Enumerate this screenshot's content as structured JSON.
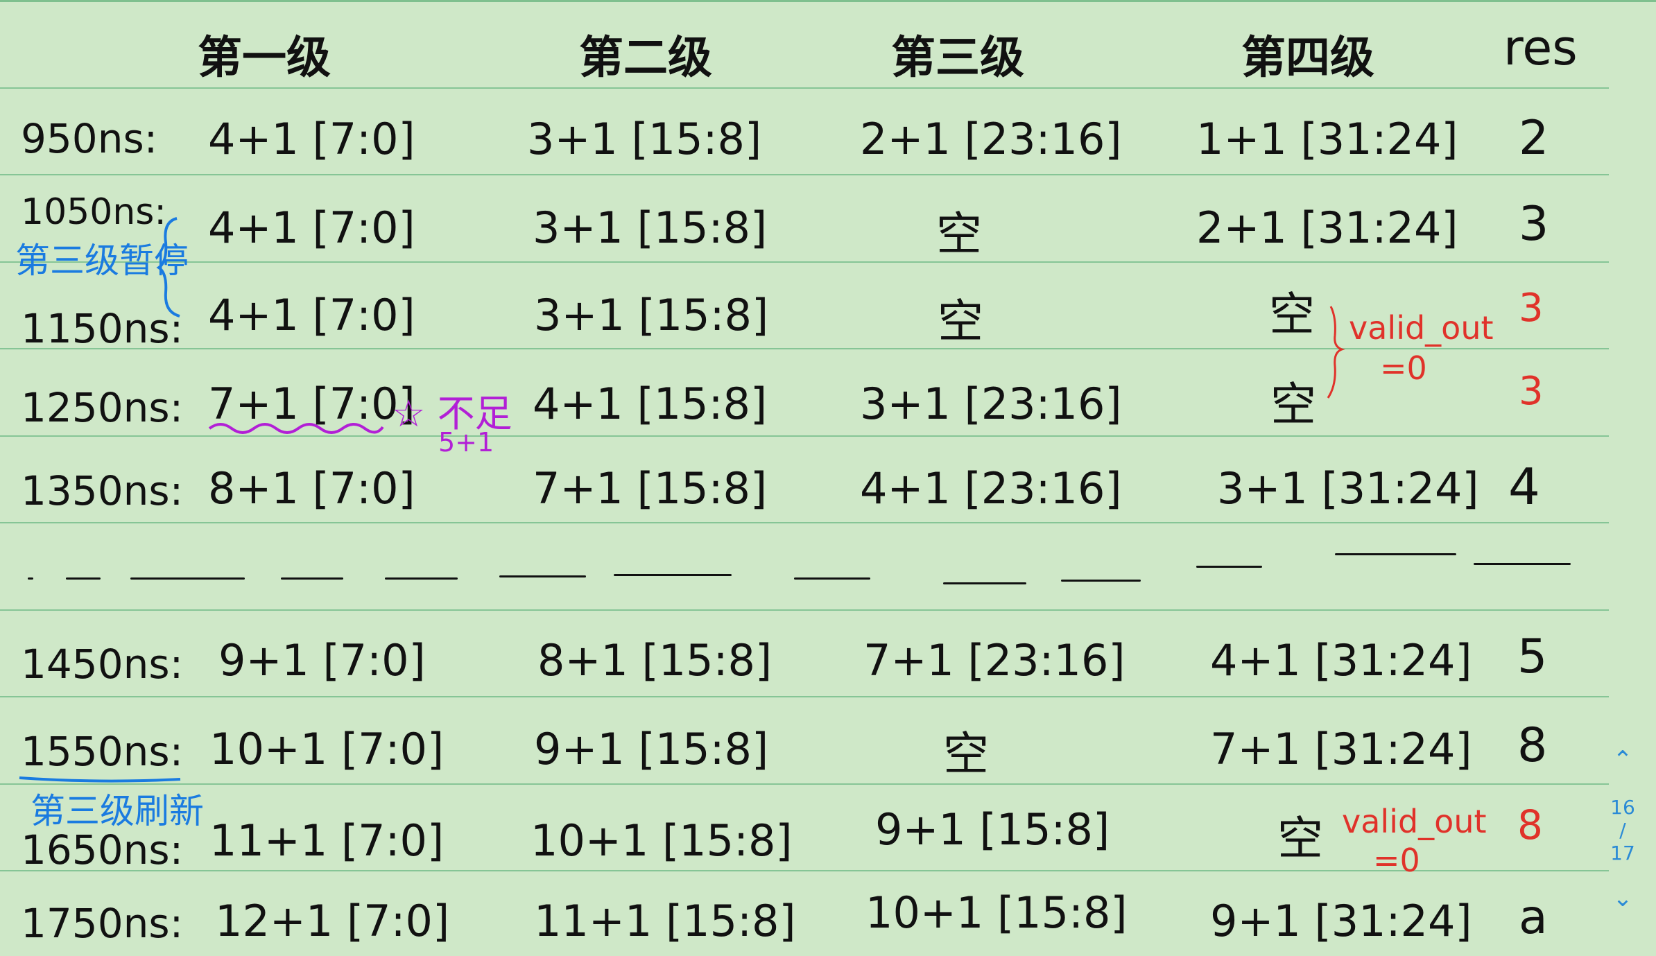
{
  "headers": {
    "stage1": "第一级",
    "stage2": "第二级",
    "stage3": "第三级",
    "stage4": "第四级",
    "res": "res"
  },
  "rows": [
    {
      "time": "950ns:",
      "s1": "4+1 [7:0]",
      "s2": "3+1 [15:8]",
      "s3": "2+1 [23:16]",
      "s4": "1+1 [31:24]",
      "res": "2"
    },
    {
      "time": "1050ns:",
      "s1": "4+1 [7:0]",
      "s2": "3+1 [15:8]",
      "s3": "空",
      "s4": "2+1 [31:24]",
      "res": "3"
    },
    {
      "time": "1150ns:",
      "s1": "4+1 [7:0]",
      "s2": "3+1 [15:8]",
      "s3": "空",
      "s4": "空",
      "res": "3"
    },
    {
      "time": "1250ns:",
      "s1": "7+1 [7:0]",
      "s2": "4+1 [15:8]",
      "s3": "3+1 [23:16]",
      "s4": "空",
      "res": "3"
    },
    {
      "time": "1350ns:",
      "s1": "8+1 [7:0]",
      "s2": "7+1 [15:8]",
      "s3": "4+1 [23:16]",
      "s4": "3+1 [31:24]",
      "res": "4"
    },
    {
      "time": "1450ns:",
      "s1": "9+1 [7:0]",
      "s2": "8+1 [15:8]",
      "s3": "7+1 [23:16]",
      "s4": "4+1 [31:24]",
      "res": "5"
    },
    {
      "time": "1550ns:",
      "s1": "10+1 [7:0]",
      "s2": "9+1 [15:8]",
      "s3": "空",
      "s4": "7+1 [31:24]",
      "res": "8"
    },
    {
      "time": "1650ns:",
      "s1": "11+1 [7:0]",
      "s2": "10+1 [15:8]",
      "s3": "9+1 [15:8]",
      "s4": "空",
      "res": "8"
    },
    {
      "time": "1750ns:",
      "s1": "12+1 [7:0]",
      "s2": "11+1 [15:8]",
      "s3": "10+1 [15:8]",
      "s4": "9+1 [31:24]",
      "res": "a"
    }
  ],
  "notes": {
    "stall": "第三级暂停",
    "flush": "第三级刷新",
    "valid_out_1": "valid_out",
    "valid_out_1b": "=0",
    "valid_out_2": "valid_out",
    "valid_out_2b": "=0",
    "star_mark": "☆ 不足",
    "star_sub": "5+1"
  },
  "pager": {
    "current": "16",
    "separator": "/",
    "total": "17",
    "up": "⌃",
    "down": "⌄"
  },
  "colors": {
    "paper": "#cfe8c8",
    "rule": "#86c596",
    "blue": "#1a7be0",
    "red": "#e0322a",
    "purple": "#b21fd6"
  }
}
